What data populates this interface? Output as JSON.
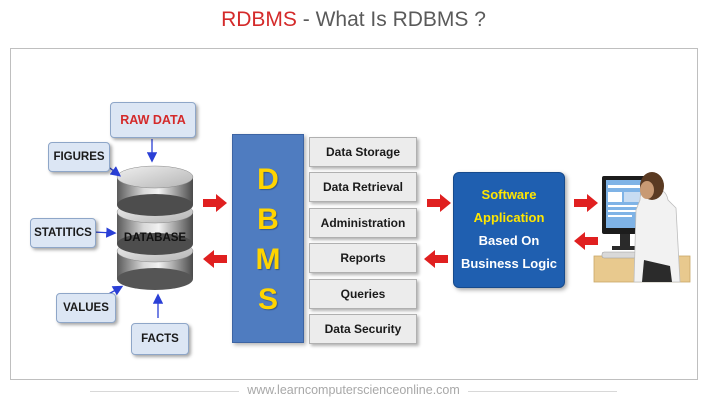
{
  "header": {
    "title_accent": "RDBMS",
    "title_rest": " - What Is RDBMS ?"
  },
  "inputs": {
    "raw_data": "RAW DATA",
    "figures": "FIGURES",
    "statitics": "STATITICS",
    "values": "VALUES",
    "facts": "FACTS"
  },
  "database": {
    "label": "DATABASE"
  },
  "dbms": {
    "letters": [
      "D",
      "B",
      "M",
      "S"
    ]
  },
  "functions": [
    "Data Storage",
    "Data Retrieval",
    "Administration",
    "Reports",
    "Queries",
    "Data Security"
  ],
  "application": {
    "lines": [
      "Software",
      "Application",
      "Based On",
      "Business Logic"
    ]
  },
  "footer": {
    "url": "www.learncomputerscienceonline.com"
  },
  "colors": {
    "accent_red": "#d42a2a",
    "dbms_blue": "#4f7cc0",
    "dbms_letter": "#ffd400",
    "app_blue": "#1f5fb0",
    "app_text_yellow": "#ffe600",
    "app_text_white": "#ffffff",
    "arrow_red": "#e02020",
    "tag_fill": "#dce6f4"
  }
}
